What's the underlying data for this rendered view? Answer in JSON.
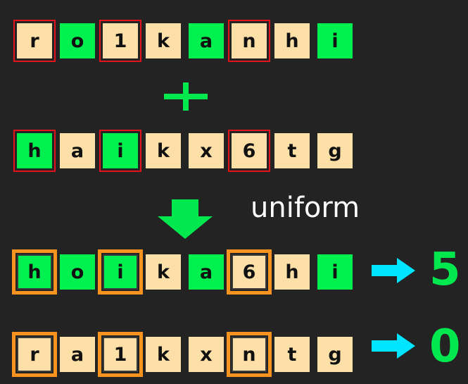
{
  "parent1": {
    "chars": [
      "r",
      "o",
      "1",
      "k",
      "a",
      "n",
      "h",
      "i"
    ],
    "colors": [
      "beige",
      "green",
      "beige",
      "beige",
      "green",
      "beige",
      "beige",
      "green"
    ],
    "boxed": [
      true,
      false,
      true,
      false,
      false,
      true,
      false,
      false
    ]
  },
  "operator": "+",
  "parent2": {
    "chars": [
      "h",
      "a",
      "i",
      "k",
      "x",
      "6",
      "t",
      "g"
    ],
    "colors": [
      "green",
      "beige",
      "green",
      "beige",
      "beige",
      "beige",
      "beige",
      "beige"
    ],
    "boxed": [
      true,
      false,
      true,
      false,
      false,
      true,
      false,
      false
    ]
  },
  "crossover_label": "uniform",
  "child1": {
    "chars": [
      "h",
      "o",
      "i",
      "k",
      "a",
      "6",
      "h",
      "i"
    ],
    "colors": [
      "green",
      "green",
      "green",
      "beige",
      "green",
      "beige",
      "beige",
      "green"
    ],
    "boxed": [
      true,
      false,
      true,
      false,
      false,
      true,
      false,
      false
    ],
    "score": "5"
  },
  "child2": {
    "chars": [
      "r",
      "a",
      "1",
      "k",
      "x",
      "n",
      "t",
      "g"
    ],
    "colors": [
      "beige",
      "beige",
      "beige",
      "beige",
      "beige",
      "beige",
      "beige",
      "beige"
    ],
    "boxed": [
      true,
      false,
      true,
      false,
      false,
      true,
      false,
      false
    ],
    "score": "0"
  },
  "palette": {
    "background": "#232323",
    "beige": "#fde0a8",
    "green": "#00f050",
    "red_outline": "#e3141c",
    "orange_outline": "#f7931e",
    "arrow_cyan": "#00e5ff",
    "score_green": "#00e84e"
  }
}
